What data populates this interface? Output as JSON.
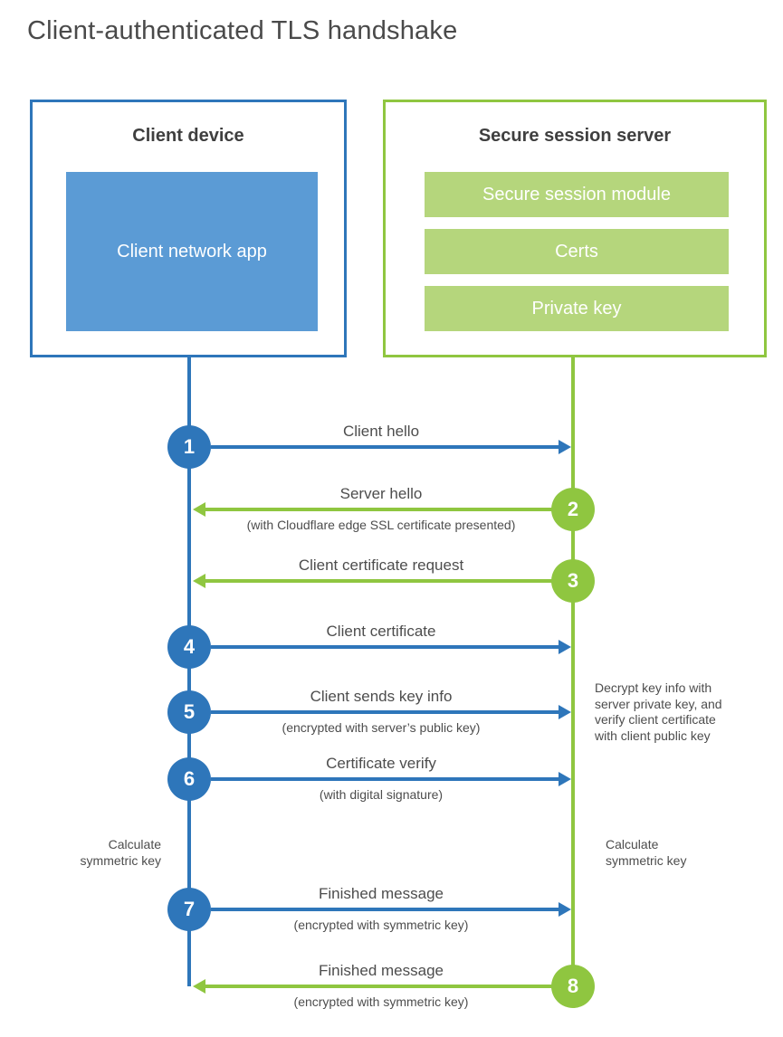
{
  "title": "Client-authenticated TLS handshake",
  "client_box": {
    "title": "Client device",
    "app_label": "Client network app"
  },
  "server_box": {
    "title": "Secure session server",
    "modules": [
      "Secure session module",
      "Certs",
      "Private key"
    ]
  },
  "steps": [
    {
      "number": "1",
      "label": "Client hello",
      "sublabel": "",
      "from": "client",
      "to": "server"
    },
    {
      "number": "2",
      "label": "Server hello",
      "sublabel": "(with Cloudflare edge SSL certificate presented)",
      "from": "server",
      "to": "client"
    },
    {
      "number": "3",
      "label": "Client certificate request",
      "sublabel": "",
      "from": "server",
      "to": "client"
    },
    {
      "number": "4",
      "label": "Client certificate",
      "sublabel": "",
      "from": "client",
      "to": "server"
    },
    {
      "number": "5",
      "label": "Client sends key info",
      "sublabel": "(encrypted with server’s public key)",
      "from": "client",
      "to": "server"
    },
    {
      "number": "6",
      "label": "Certificate verify",
      "sublabel": "(with digital signature)",
      "from": "client",
      "to": "server"
    },
    {
      "number": "7",
      "label": "Finished message",
      "sublabel": "(encrypted with symmetric key)",
      "from": "client",
      "to": "server"
    },
    {
      "number": "8",
      "label": "Finished message",
      "sublabel": "(encrypted with symmetric key)",
      "from": "server",
      "to": "client"
    }
  ],
  "annotations": {
    "calculate_left": "Calculate symmetric key",
    "calculate_right": "Calculate symmetric key",
    "decrypt_note": "Decrypt key info with server private key, and verify client certificate with client public key"
  },
  "colors": {
    "client_blue": "#2e76ba",
    "client_fill_blue": "#5b9bd5",
    "server_green": "#8fc640",
    "server_fill_green": "#b5d67c",
    "text_dark": "#3f3f3f",
    "text_gray": "#4d4d4d"
  }
}
